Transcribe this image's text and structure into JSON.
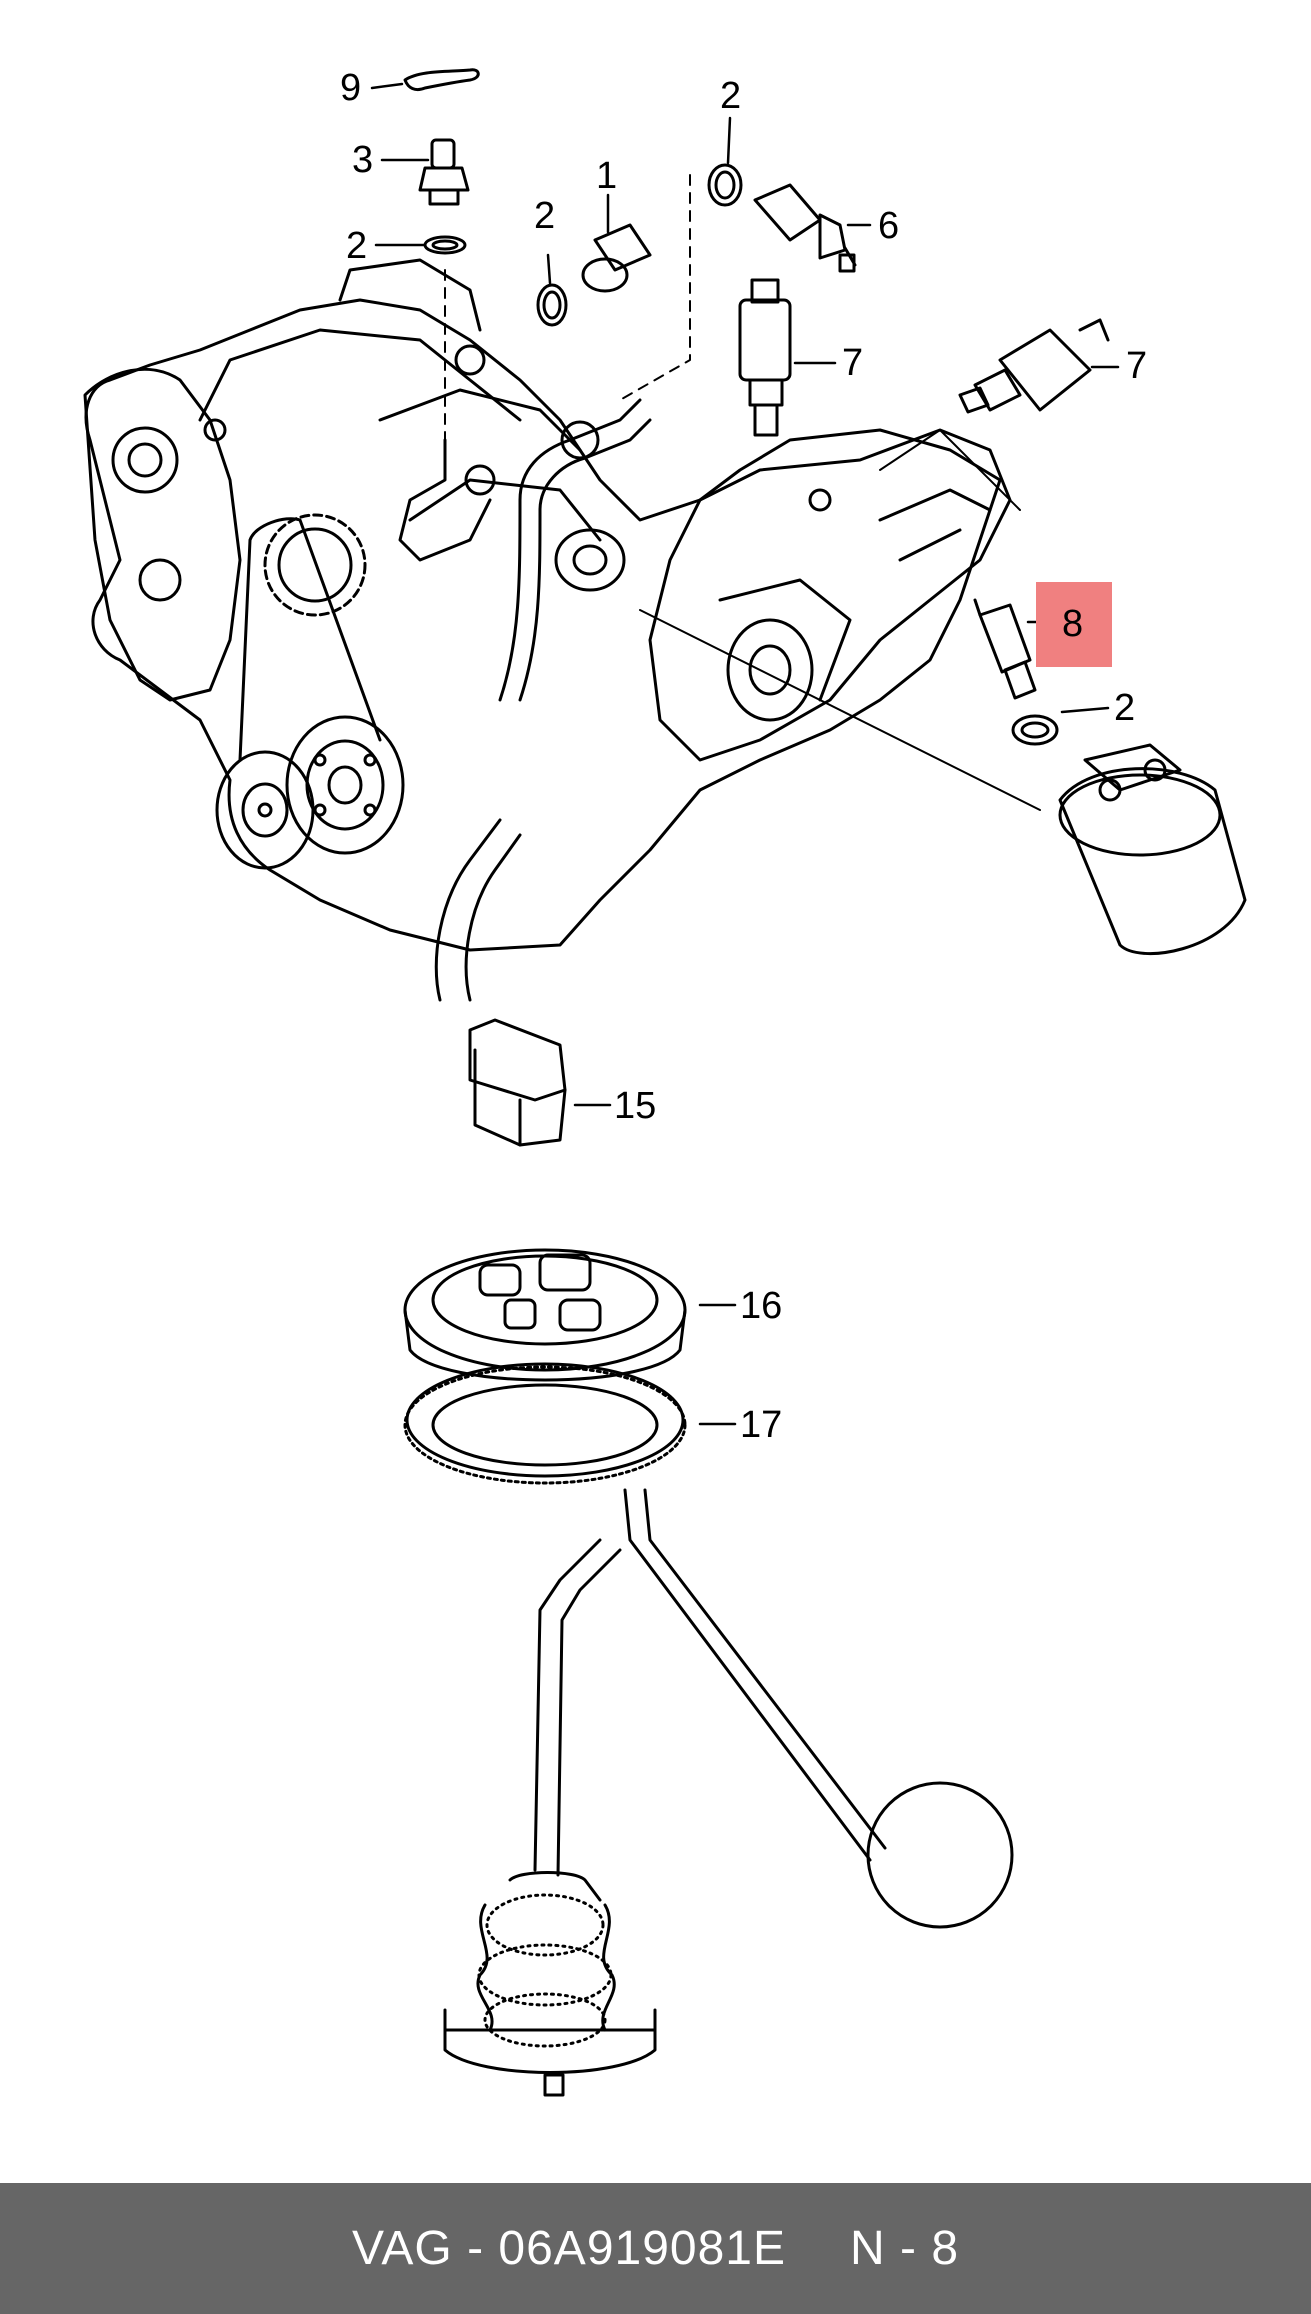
{
  "callouts": [
    {
      "id": "c9",
      "text": "9"
    },
    {
      "id": "c3",
      "text": "3"
    },
    {
      "id": "c2a",
      "text": "2"
    },
    {
      "id": "c2b",
      "text": "2"
    },
    {
      "id": "c1",
      "text": "1"
    },
    {
      "id": "c2c",
      "text": "2"
    },
    {
      "id": "c6",
      "text": "6"
    },
    {
      "id": "c7a",
      "text": "7"
    },
    {
      "id": "c7b",
      "text": "7"
    },
    {
      "id": "c8",
      "text": "8"
    },
    {
      "id": "c2d",
      "text": "2"
    },
    {
      "id": "c15",
      "text": "15"
    },
    {
      "id": "c16",
      "text": "16"
    },
    {
      "id": "c17",
      "text": "17"
    }
  ],
  "highlight_color": "#f08080",
  "footer": {
    "part_number": "VAG - 06A919081E",
    "position": "N - 8",
    "background": "#666666"
  }
}
